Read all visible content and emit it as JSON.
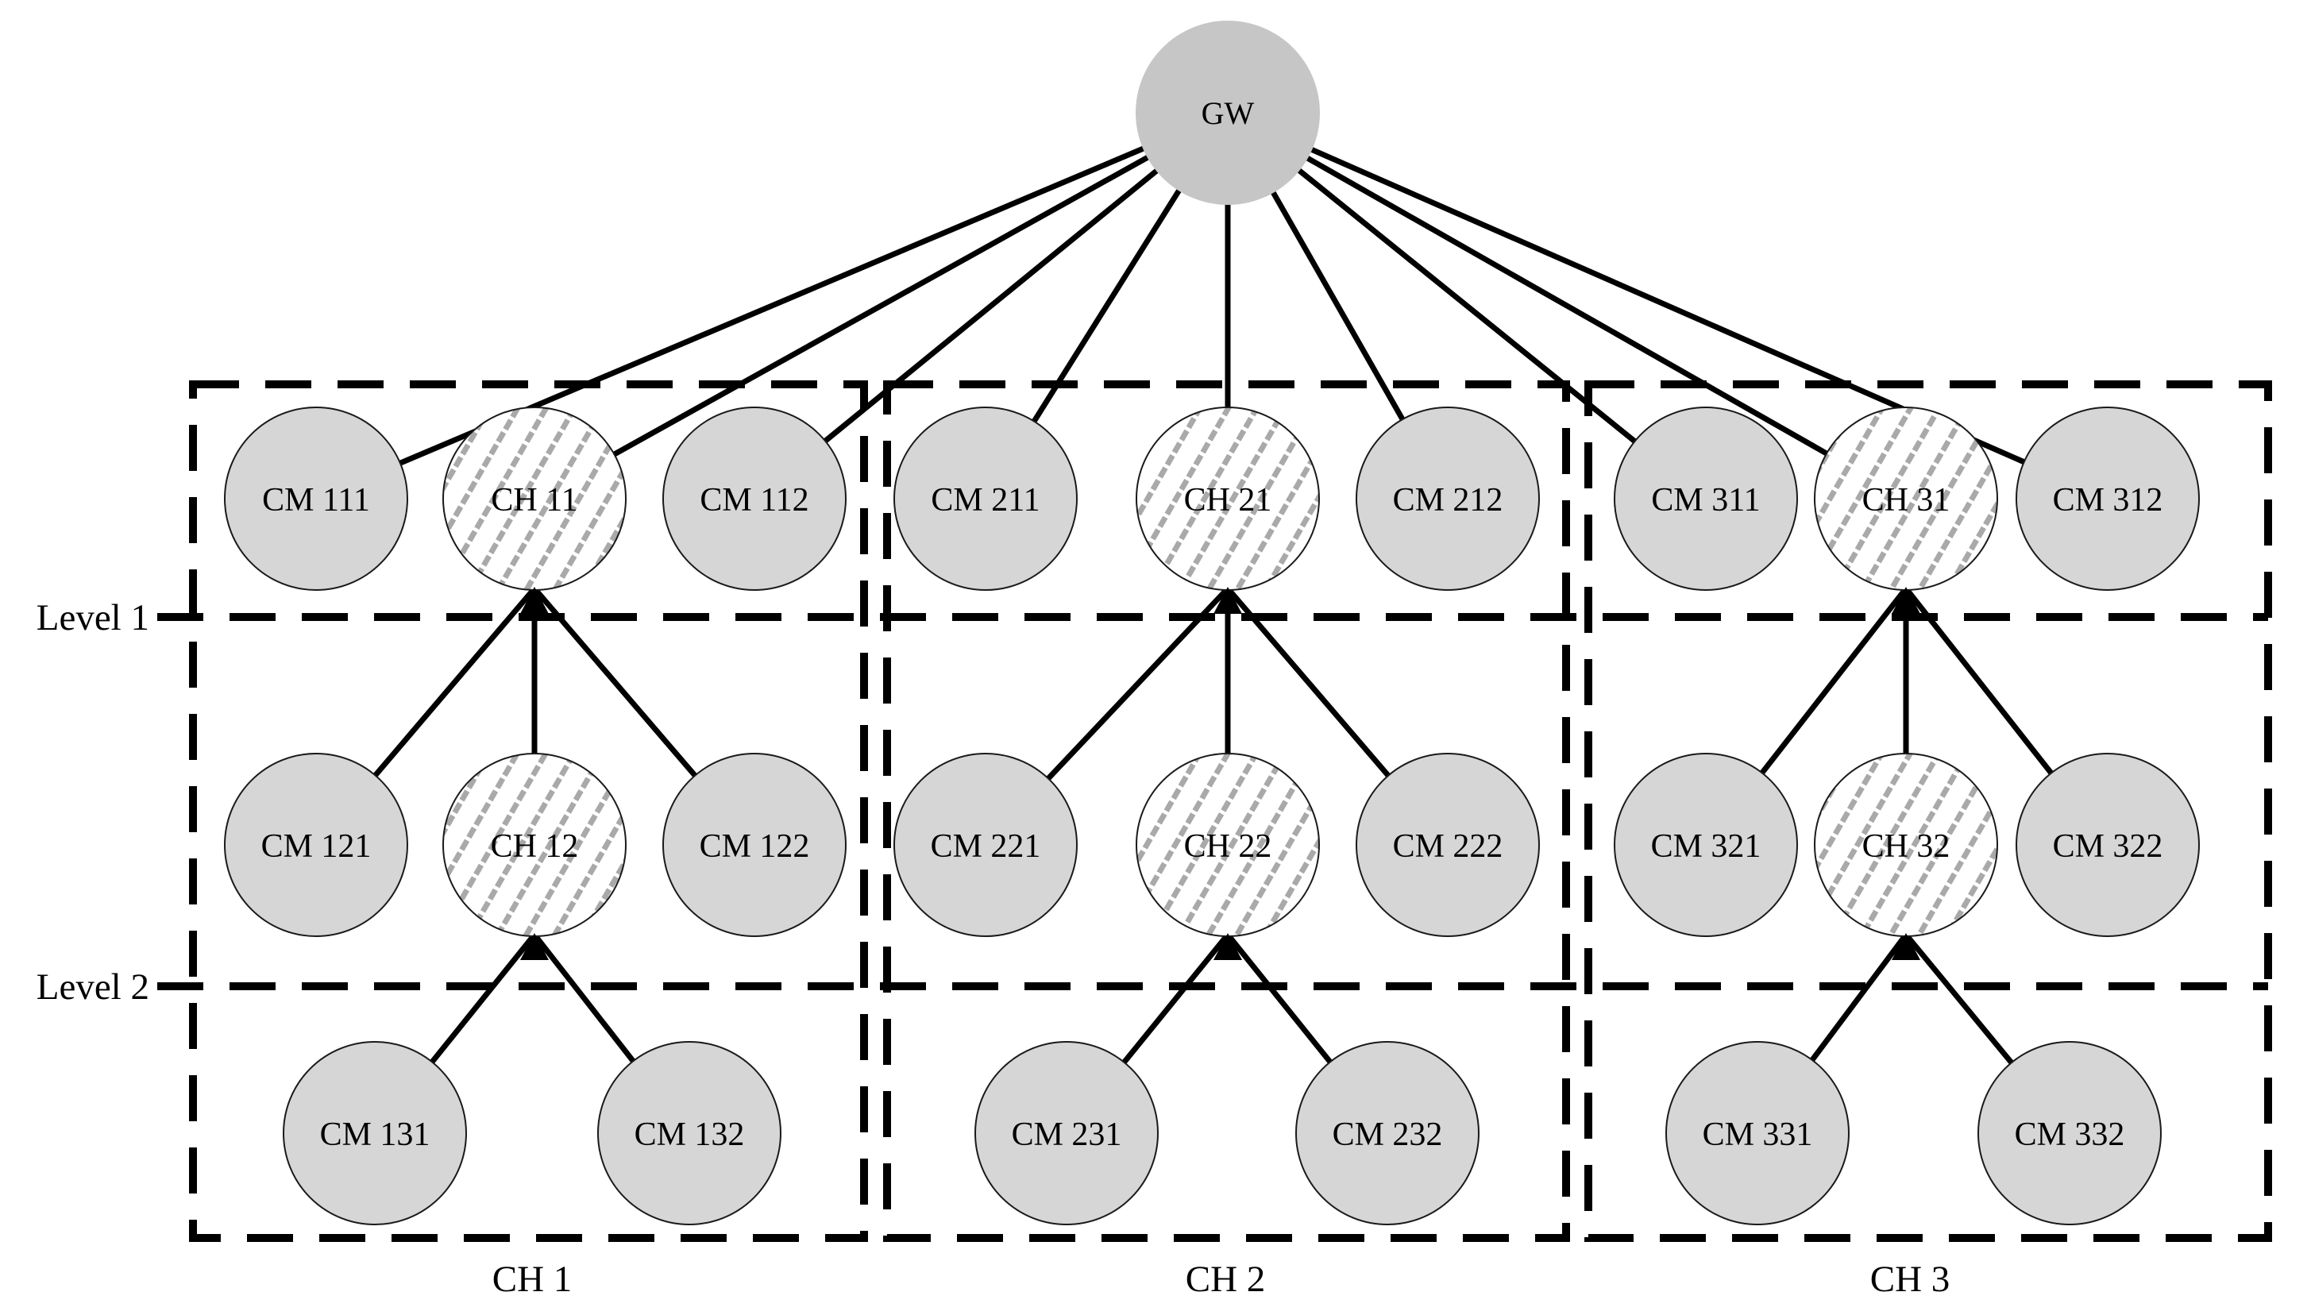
{
  "diagram_type": "wireless-sensor-network-cluster-topology",
  "nodes": [
    {
      "id": "GW",
      "label": "GW",
      "type": "gateway"
    },
    {
      "id": "CM111",
      "label": "CM 111",
      "type": "member"
    },
    {
      "id": "CH11",
      "label": "CH 11",
      "type": "cluster-head"
    },
    {
      "id": "CM112",
      "label": "CM 112",
      "type": "member"
    },
    {
      "id": "CM121",
      "label": "CM 121",
      "type": "member"
    },
    {
      "id": "CH12",
      "label": "CH 12",
      "type": "cluster-head"
    },
    {
      "id": "CM122",
      "label": "CM 122",
      "type": "member"
    },
    {
      "id": "CM131",
      "label": "CM 131",
      "type": "member"
    },
    {
      "id": "CM132",
      "label": "CM 132",
      "type": "member"
    },
    {
      "id": "CM211",
      "label": "CM 211",
      "type": "member"
    },
    {
      "id": "CH21",
      "label": "CH 21",
      "type": "cluster-head"
    },
    {
      "id": "CM212",
      "label": "CM 212",
      "type": "member"
    },
    {
      "id": "CM221",
      "label": "CM 221",
      "type": "member"
    },
    {
      "id": "CH22",
      "label": "CH 22",
      "type": "cluster-head"
    },
    {
      "id": "CM222",
      "label": "CM 222",
      "type": "member"
    },
    {
      "id": "CM231",
      "label": "CM 231",
      "type": "member"
    },
    {
      "id": "CM232",
      "label": "CM 232",
      "type": "member"
    },
    {
      "id": "CM311",
      "label": "CM 311",
      "type": "member"
    },
    {
      "id": "CH31",
      "label": "CH 31",
      "type": "cluster-head"
    },
    {
      "id": "CM312",
      "label": "CM 312",
      "type": "member"
    },
    {
      "id": "CM321",
      "label": "CM 321",
      "type": "member"
    },
    {
      "id": "CH32",
      "label": "CH 32",
      "type": "cluster-head"
    },
    {
      "id": "CM322",
      "label": "CM 322",
      "type": "member"
    },
    {
      "id": "CM331",
      "label": "CM 331",
      "type": "member"
    },
    {
      "id": "CM332",
      "label": "CM 332",
      "type": "member"
    }
  ],
  "edges": [
    [
      "GW",
      "CM111"
    ],
    [
      "GW",
      "CH11"
    ],
    [
      "GW",
      "CM112"
    ],
    [
      "GW",
      "CM211"
    ],
    [
      "GW",
      "CH21"
    ],
    [
      "GW",
      "CM212"
    ],
    [
      "GW",
      "CM311"
    ],
    [
      "GW",
      "CH31"
    ],
    [
      "GW",
      "CM312"
    ],
    [
      "CH11",
      "CM121"
    ],
    [
      "CH11",
      "CH12"
    ],
    [
      "CH11",
      "CM122"
    ],
    [
      "CH12",
      "CM131"
    ],
    [
      "CH12",
      "CM132"
    ],
    [
      "CH21",
      "CM221"
    ],
    [
      "CH21",
      "CH22"
    ],
    [
      "CH21",
      "CM222"
    ],
    [
      "CH22",
      "CM231"
    ],
    [
      "CH22",
      "CM232"
    ],
    [
      "CH31",
      "CM321"
    ],
    [
      "CH31",
      "CH32"
    ],
    [
      "CH31",
      "CM322"
    ],
    [
      "CH32",
      "CM331"
    ],
    [
      "CH32",
      "CM332"
    ]
  ],
  "level_labels": [
    "Level 1",
    "Level 2"
  ],
  "cluster_labels": [
    "CH 1",
    "CH 2",
    "CH 3"
  ],
  "colors": {
    "member_fill": "#d6d6d6",
    "gateway_fill": "#c6c6c6",
    "cluster_head_fill": "#ffffff",
    "hatch": "#a9a9a9",
    "line": "#000000",
    "text": "#000000"
  }
}
